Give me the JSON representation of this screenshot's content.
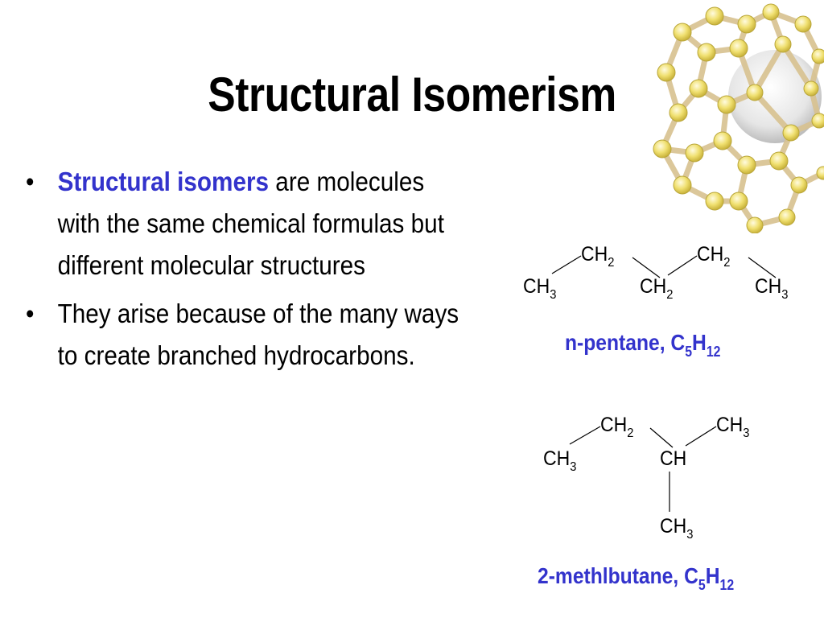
{
  "title": "Structural Isomerism",
  "bullets": [
    {
      "emphasis": "Structural isomers",
      "text": " are molecules with the same chemical formulas but different molecular structures"
    },
    {
      "emphasis": "",
      "text": "They arise because of the many ways to create branched hydrocarbons."
    }
  ],
  "bullet_char": "•",
  "colors": {
    "accent": "#3333cc",
    "text": "#000000",
    "background": "#ffffff"
  },
  "decoration": "fullerene-molecule-icon",
  "pentane": {
    "groups": [
      {
        "base": "CH",
        "sub": "2"
      },
      {
        "base": "CH",
        "sub": "2"
      },
      {
        "base": "CH",
        "sub": "3"
      },
      {
        "base": "CH",
        "sub": "2"
      },
      {
        "base": "CH",
        "sub": "3"
      }
    ],
    "caption": {
      "prefix": "n-pentane, C",
      "c_sub": "5",
      "h": "H",
      "h_sub": "12"
    }
  },
  "methylbutane": {
    "groups": [
      {
        "base": "CH",
        "sub": "2"
      },
      {
        "base": "CH",
        "sub": "3"
      },
      {
        "base": "CH",
        "sub": "3"
      },
      {
        "base": "CH",
        "sub": ""
      },
      {
        "base": "CH",
        "sub": "3"
      }
    ],
    "caption": {
      "prefix": "2-methlbutane, C",
      "c_sub": "5",
      "h": "H",
      "h_sub": "12"
    }
  }
}
